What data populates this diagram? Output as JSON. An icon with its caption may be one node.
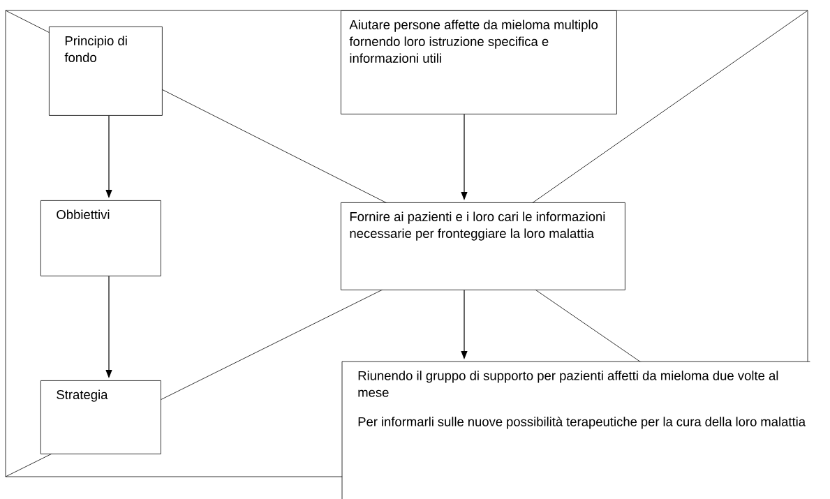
{
  "diagram": {
    "nodes": [
      {
        "text": [
          "Principio di fondo"
        ]
      },
      {
        "text": [
          "Aiutare persone affette da mieloma multiplo fornendo loro istruzione specifica e informazioni utili"
        ]
      },
      {
        "text": [
          "Obbiettivi"
        ]
      },
      {
        "text": [
          "Fornire ai pazienti e i loro cari le informazioni necessarie per fronteggiare la loro malattia"
        ]
      },
      {
        "text": [
          "Strategia"
        ]
      },
      {
        "text": [
          "Riunendo il gruppo di supporto per pazienti affetti da mieloma due volte al mese",
          "Per informarli sulle nuove possibilità terapeutiche per la cura della loro malattia"
        ]
      }
    ],
    "edges": [
      {
        "from": 0,
        "to": 2,
        "arrow": "to"
      },
      {
        "from": 2,
        "to": 4,
        "arrow": "to"
      },
      {
        "from": 1,
        "to": 3,
        "arrow": "to"
      },
      {
        "from": 3,
        "to": 5,
        "arrow": "to"
      }
    ]
  }
}
